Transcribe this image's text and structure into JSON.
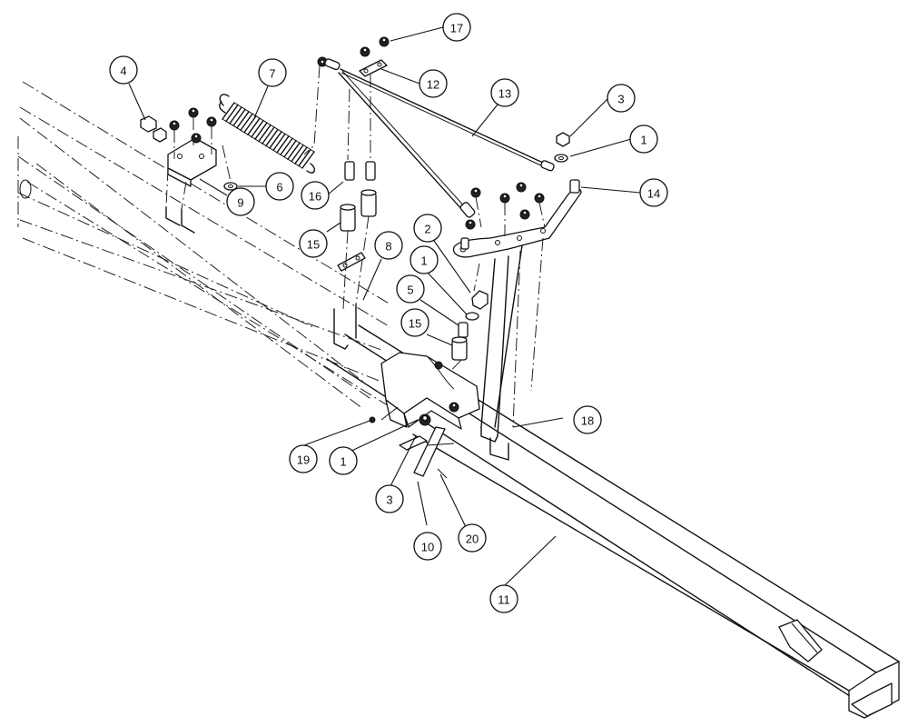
{
  "diagram": {
    "callouts": [
      {
        "id": "c-4",
        "label": "4"
      },
      {
        "id": "c-7",
        "label": "7"
      },
      {
        "id": "c-17",
        "label": "17"
      },
      {
        "id": "c-12",
        "label": "12"
      },
      {
        "id": "c-13",
        "label": "13"
      },
      {
        "id": "c-3a",
        "label": "3"
      },
      {
        "id": "c-1a",
        "label": "1"
      },
      {
        "id": "c-14",
        "label": "14"
      },
      {
        "id": "c-6",
        "label": "6"
      },
      {
        "id": "c-9",
        "label": "9"
      },
      {
        "id": "c-16",
        "label": "16"
      },
      {
        "id": "c-15a",
        "label": "15"
      },
      {
        "id": "c-8",
        "label": "8"
      },
      {
        "id": "c-2",
        "label": "2"
      },
      {
        "id": "c-1b",
        "label": "1"
      },
      {
        "id": "c-5",
        "label": "5"
      },
      {
        "id": "c-15b",
        "label": "15"
      },
      {
        "id": "c-18",
        "label": "18"
      },
      {
        "id": "c-19",
        "label": "19"
      },
      {
        "id": "c-1c",
        "label": "1"
      },
      {
        "id": "c-3b",
        "label": "3"
      },
      {
        "id": "c-10",
        "label": "10"
      },
      {
        "id": "c-20",
        "label": "20"
      },
      {
        "id": "c-11",
        "label": "11"
      }
    ]
  },
  "colors": {
    "line": "#111111",
    "background": "#ffffff"
  }
}
